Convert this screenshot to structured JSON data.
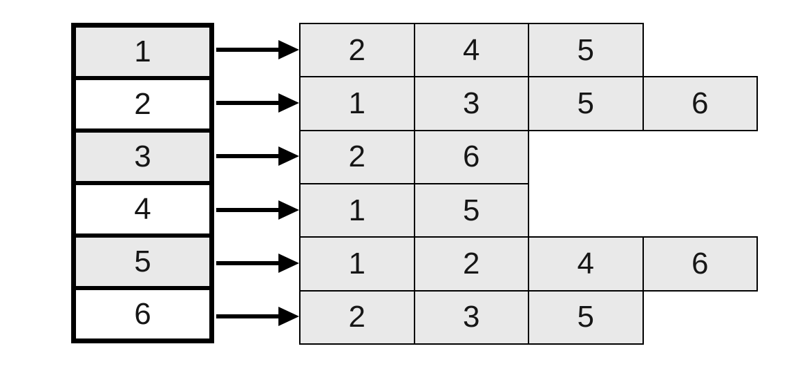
{
  "diagram": {
    "type": "graph-adjacency-list",
    "colors": {
      "background": "#ffffff",
      "cell_gray": "#e9e9e9",
      "cell_white": "#ffffff",
      "border": "#000000",
      "text": "#161616"
    },
    "vertex_column": {
      "description": "vertex array, thick black borders, alternating shaded cells",
      "vertices": [
        {
          "label": "1",
          "shaded": true,
          "neighbors": [
            "2",
            "4",
            "5"
          ]
        },
        {
          "label": "2",
          "shaded": false,
          "neighbors": [
            "1",
            "3",
            "5",
            "6"
          ]
        },
        {
          "label": "3",
          "shaded": true,
          "neighbors": [
            "2",
            "6"
          ]
        },
        {
          "label": "4",
          "shaded": false,
          "neighbors": [
            "1",
            "5"
          ]
        },
        {
          "label": "5",
          "shaded": true,
          "neighbors": [
            "1",
            "2",
            "4",
            "6"
          ]
        },
        {
          "label": "6",
          "shaded": false,
          "neighbors": [
            "2",
            "3",
            "5"
          ]
        }
      ]
    },
    "arrow": {
      "glyph": "right-arrow",
      "count": 6
    }
  }
}
